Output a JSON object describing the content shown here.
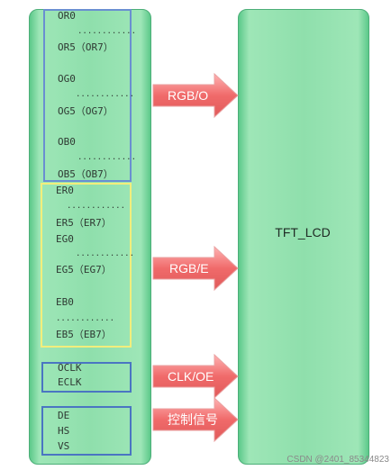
{
  "odd_group": {
    "items": [
      "OR0",
      "OR5（OR7）",
      "OG0",
      "OG5（OG7）",
      "OB0",
      "OB5（OB7）"
    ],
    "dots": "............"
  },
  "even_group": {
    "items": [
      "ER0",
      "ER5（ER7）",
      "EG0",
      "EG5（EG7）",
      "EB0",
      "EB5（EB7）"
    ],
    "dots": "............"
  },
  "clock_group": {
    "items": [
      "OCLK",
      "ECLK"
    ]
  },
  "control_group": {
    "items": [
      "DE",
      "HS",
      "VS"
    ]
  },
  "arrows": [
    "RGB/O",
    "RGB/E",
    "CLK/OE",
    "控制信号"
  ],
  "lcd": {
    "label": "TFT_LCD"
  },
  "watermark": "CSDN @2401_85344823",
  "colors": {
    "panel_green": "#8fdfac",
    "arrow_red": "#f06a6a",
    "odd_border": "#6a8fd1",
    "even_border": "#f2ee7c",
    "group_border": "#4a75c2"
  }
}
